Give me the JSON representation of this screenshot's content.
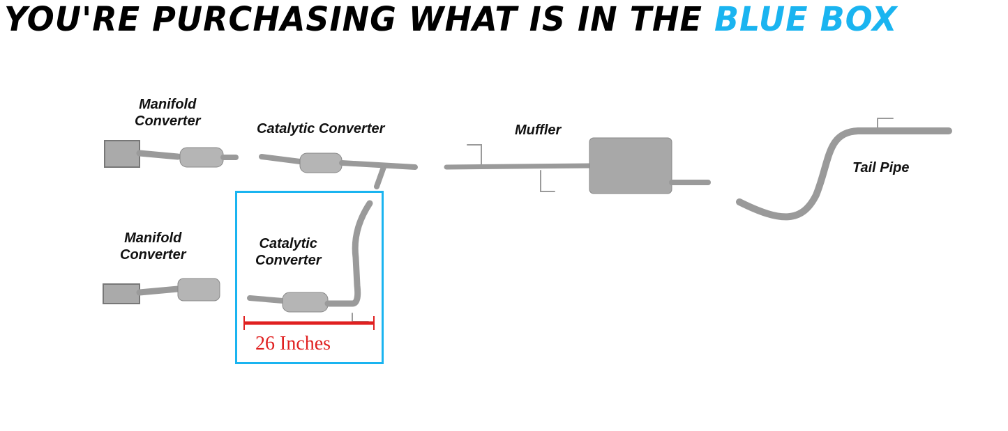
{
  "title": {
    "prefix": "YOU'RE PURCHASING WHAT IS IN THE ",
    "highlight": "BLUE BOX"
  },
  "parts": {
    "manifold_top": [
      "Manifold",
      "Converter"
    ],
    "catalytic_top": "Catalytic Converter",
    "muffler": "Muffler",
    "tail_pipe": "Tail Pipe",
    "manifold_bottom": [
      "Manifold",
      "Converter"
    ],
    "catalytic_selected": [
      "Catalytic",
      "Converter"
    ]
  },
  "measurement": "26 Inches",
  "colors": {
    "accent": "#1ab4f0",
    "measure": "#e02020"
  }
}
